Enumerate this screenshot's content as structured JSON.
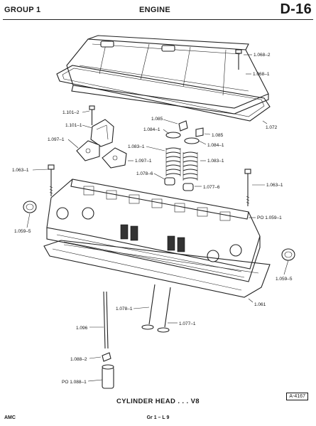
{
  "header": {
    "group": "GROUP 1",
    "section": "ENGINE",
    "page": "D-16"
  },
  "callouts": {
    "c1068_2": "1.068–2",
    "c1068_1": "1.068–1",
    "c1072": "1.072",
    "c1101_2": "1.101–2",
    "c1101_1": "1.101–1",
    "c1085_a": "1.085",
    "c1085_b": "1.085",
    "c1084_1a": "1.084–1",
    "c1084_1b": "1.084–1",
    "c1097_1a": "1.097–1",
    "c1097_1b": "1.097–1",
    "c1083_1a": "1.083–1",
    "c1083_1b": "1.083–1",
    "c1078_6": "1.078–6",
    "c1077_6": "1.077–6",
    "c1063_1a": "1.063–1",
    "c1063_1b": "1.063–1",
    "c1059_5a": "1.059–5",
    "c1059_5b": "1.059–5",
    "po1059_1": "PO 1.059–1",
    "c1061": "1.061",
    "c1078_1": "1.078–1",
    "c1077_1": "1.077–1",
    "c1096": "1.096",
    "c1088_2": "1.088–2",
    "po1088_1": "PO 1.088–1"
  },
  "caption": "CYLINDER HEAD . . . V8",
  "reference": "A-4167",
  "footer": {
    "left": "AMC",
    "center": "Gr 1 – L 9"
  }
}
